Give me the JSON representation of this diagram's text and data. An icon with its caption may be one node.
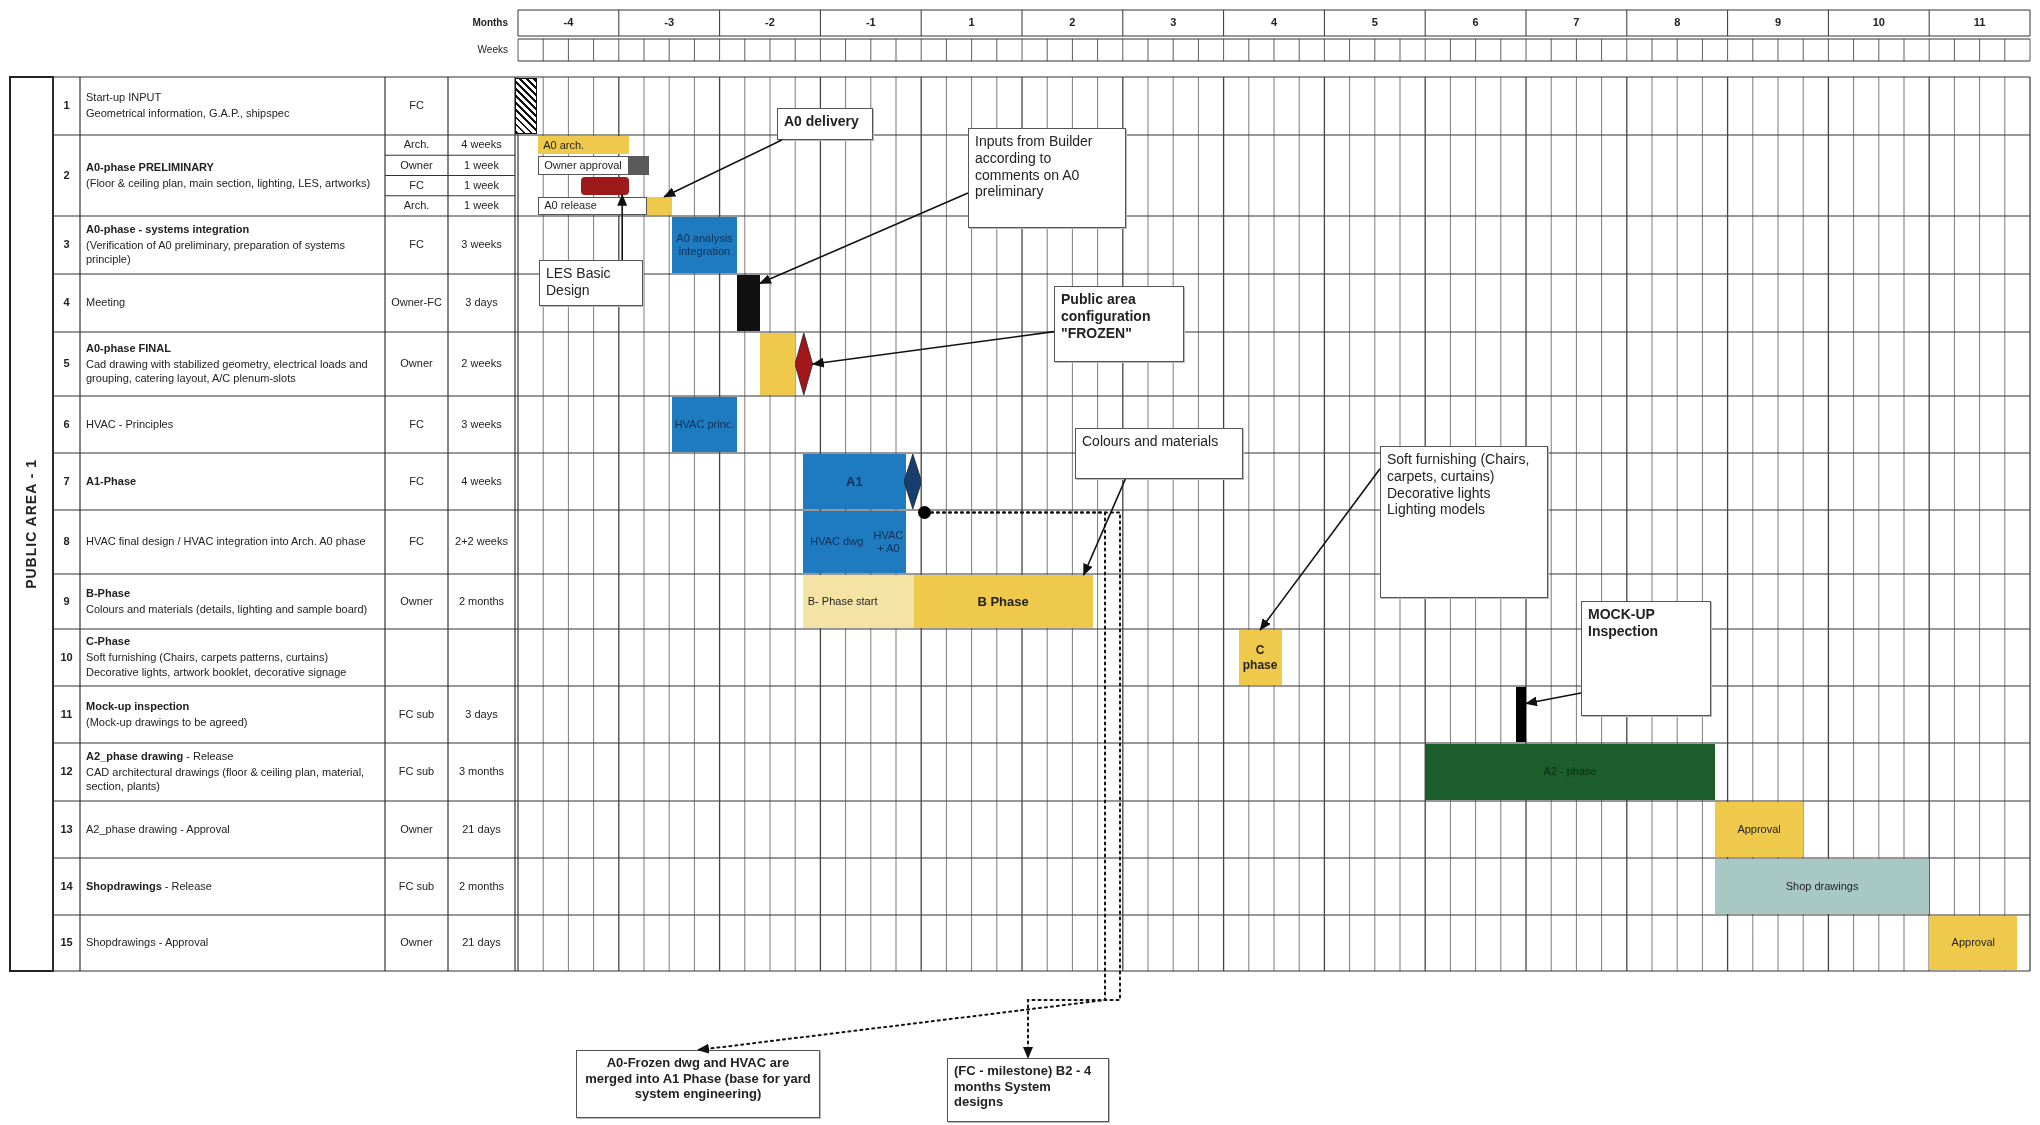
{
  "diagram": {
    "nodes": [
      {
        "text": [],
        "shape": "bar"
      },
      {
        "text": [
          "A0 arch."
        ]
      },
      {
        "text": [
          "Owner approval"
        ]
      },
      {
        "text": [],
        "shape": "bar"
      },
      {
        "text": [],
        "shape": "bar"
      },
      {
        "text": [
          "A0 release"
        ]
      },
      {
        "text": [],
        "shape": "bar"
      },
      {
        "text": [
          "A0 analysis integration"
        ]
      },
      {
        "text": [],
        "shape": "bar"
      },
      {
        "text": [],
        "shape": "bar"
      },
      {
        "text": [],
        "shape": "diamond"
      },
      {
        "text": [
          "HVAC princ."
        ]
      },
      {
        "text": [
          "A1"
        ]
      },
      {
        "text": [],
        "shape": "diamond"
      },
      {
        "text": [
          "HVAC dwg"
        ]
      },
      {
        "text": [
          "HVAC + A0"
        ]
      },
      {
        "text": [],
        "shape": "circle"
      },
      {
        "text": [
          "B- Phase start"
        ]
      },
      {
        "text": [
          "B Phase"
        ]
      },
      {
        "text": [
          "C phase"
        ]
      },
      {
        "text": [],
        "shape": "bar"
      },
      {
        "text": [
          "A2 - phase"
        ]
      },
      {
        "text": [
          "Approval"
        ]
      },
      {
        "text": [
          "Shop drawings"
        ]
      },
      {
        "text": [
          "Approval"
        ]
      },
      {
        "text": [
          "A0 delivery"
        ]
      },
      {
        "text": [
          "LES Basic Design"
        ]
      },
      {
        "text": [
          "Inputs from Builder according to comments on A0 preliminary"
        ]
      },
      {
        "text": [
          "Public area configuration \"FROZEN\""
        ]
      },
      {
        "text": [
          "Colours and materials"
        ]
      },
      {
        "text": [
          "Soft furnishing (Chairs, carpets, curtains) Decorative lights Lighting models"
        ]
      },
      {
        "text": [
          "MOCK-UP Inspection"
        ]
      },
      {
        "text": [
          "A0-Frozen dwg and HVAC are merged into A1 Phase (base for yard system engineering)"
        ]
      },
      {
        "text": [
          "(FC - milestone) B2 - 4 months System designs"
        ]
      }
    ],
    "edges": [
      {
        "from": 25,
        "to": 6,
        "arrow": "to"
      },
      {
        "from": 26,
        "to": 4,
        "arrow": "to"
      },
      {
        "from": 27,
        "to": 8,
        "arrow": "to"
      },
      {
        "from": 28,
        "to": 10,
        "arrow": "to"
      },
      {
        "from": 29,
        "to": 18,
        "arrow": "to"
      },
      {
        "from": 30,
        "to": 19,
        "arrow": "to"
      },
      {
        "from": 31,
        "to": 20,
        "arrow": "to"
      },
      {
        "from": 16,
        "to": 32,
        "arrow": "to",
        "style": "dashed"
      },
      {
        "from": 16,
        "to": 33,
        "arrow": "to",
        "style": "dashed"
      }
    ],
    "labels": [
      "Months",
      "-4",
      "-3",
      "-2",
      "-1",
      "1",
      "2",
      "3",
      "4",
      "5",
      "6",
      "7",
      "8",
      "9",
      "10",
      "11",
      "Weeks",
      "PUBLIC AREA - 1",
      "1",
      "Start-up INPUT",
      "Geometrical information, G.A.P., shipspec",
      "FC",
      "2",
      "A0-phase PRELIMINARY",
      "(Floor & ceiling plan, main section, lighting, LES, artworks)",
      "Arch.",
      "4 weeks",
      "Owner",
      "1 week",
      "FC",
      "1 week",
      "Arch.",
      "1 week",
      "3",
      "A0-phase - systems integration",
      "(Verification of A0 preliminary, preparation of systems principle)",
      "FC",
      "3 weeks",
      "4",
      "Meeting",
      "Owner-FC",
      "3 days",
      "5",
      "A0-phase FINAL",
      "Cad drawing with stabilized geometry, electrical loads and grouping, catering layout, A/C plenum-slots",
      "Owner",
      "2 weeks",
      "6",
      "HVAC - Principles",
      "FC",
      "3 weeks",
      "7",
      "A1-Phase",
      "FC",
      "4 weeks",
      "8",
      "HVAC final design / HVAC integration into Arch. A0 phase",
      "FC",
      "2+2 weeks",
      "9",
      "B-Phase",
      "Colours and materials (details, lighting and sample board)",
      "Owner",
      "2 months",
      "10",
      "C-Phase",
      "Soft furnishing (Chairs, carpets patterns, curtains)",
      "Decorative lights, artwork booklet, decorative signage",
      "11",
      "Mock-up inspection",
      "(Mock-up drawings to be agreed)",
      "FC sub",
      "3 days",
      "12",
      "**A2_phase drawing** - Release",
      "CAD architectural drawings (floor & ceiling plan, material, section, plants)",
      "FC sub",
      "3 months",
      "13",
      "A2_phase drawing - Approval",
      "Owner",
      "21 days",
      "14",
      "**Shopdrawings** - Release",
      "FC sub",
      "2 months",
      "15",
      "Shopdrawings - Approval",
      "Owner",
      "21 days"
    ]
  }
}
